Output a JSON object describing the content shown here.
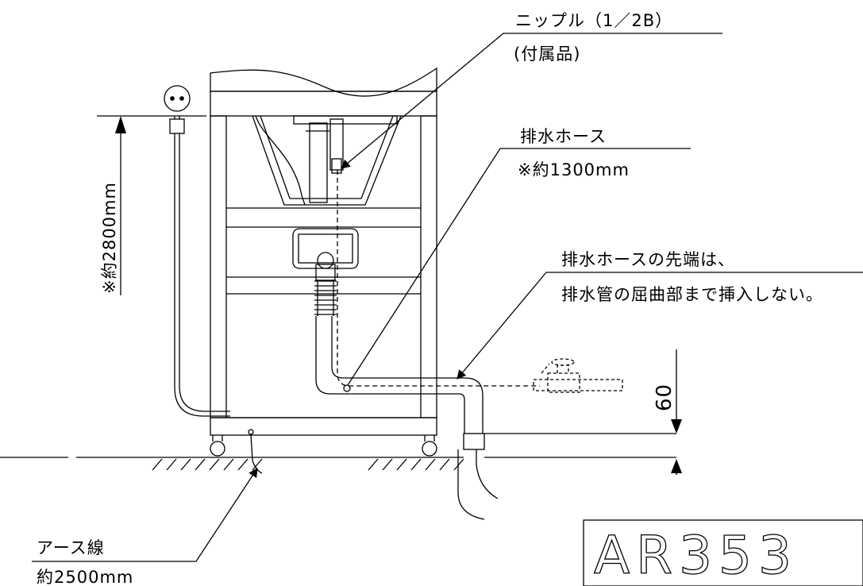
{
  "labels": {
    "nipple": "ニップル（1／2B）",
    "nipple_note": "(付属品)",
    "drain_hose": "排水ホース",
    "drain_hose_length": "※約1300mm",
    "drain_tip_line1": "排水ホースの先端は、",
    "drain_tip_line2": "排水管の屈曲部まで挿入しない。",
    "height_dim": "※約2800mm",
    "dim_60": "60",
    "earth_wire": "アース線",
    "earth_wire_length": "約2500mm",
    "model": "AR353"
  }
}
